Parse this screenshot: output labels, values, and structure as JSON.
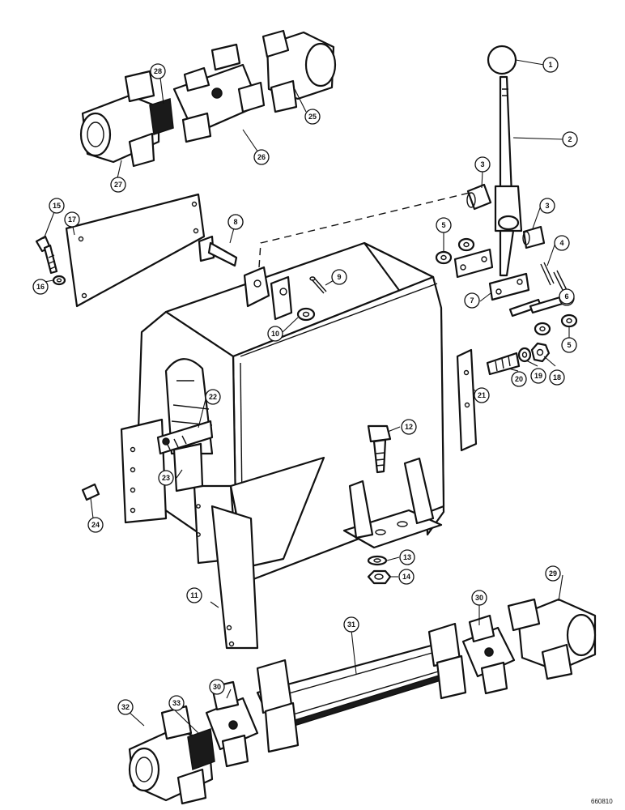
{
  "figure_id": "660810",
  "callouts": [
    "1",
    "2",
    "3",
    "3",
    "4",
    "5",
    "5",
    "6",
    "6",
    "7",
    "8",
    "8",
    "9",
    "10",
    "11",
    "12",
    "13",
    "14",
    "15",
    "16",
    "17",
    "18",
    "19",
    "20",
    "21",
    "22",
    "23",
    "24",
    "26",
    "25",
    "27",
    "28",
    "29",
    "30",
    "30",
    "31",
    "32",
    "33"
  ]
}
